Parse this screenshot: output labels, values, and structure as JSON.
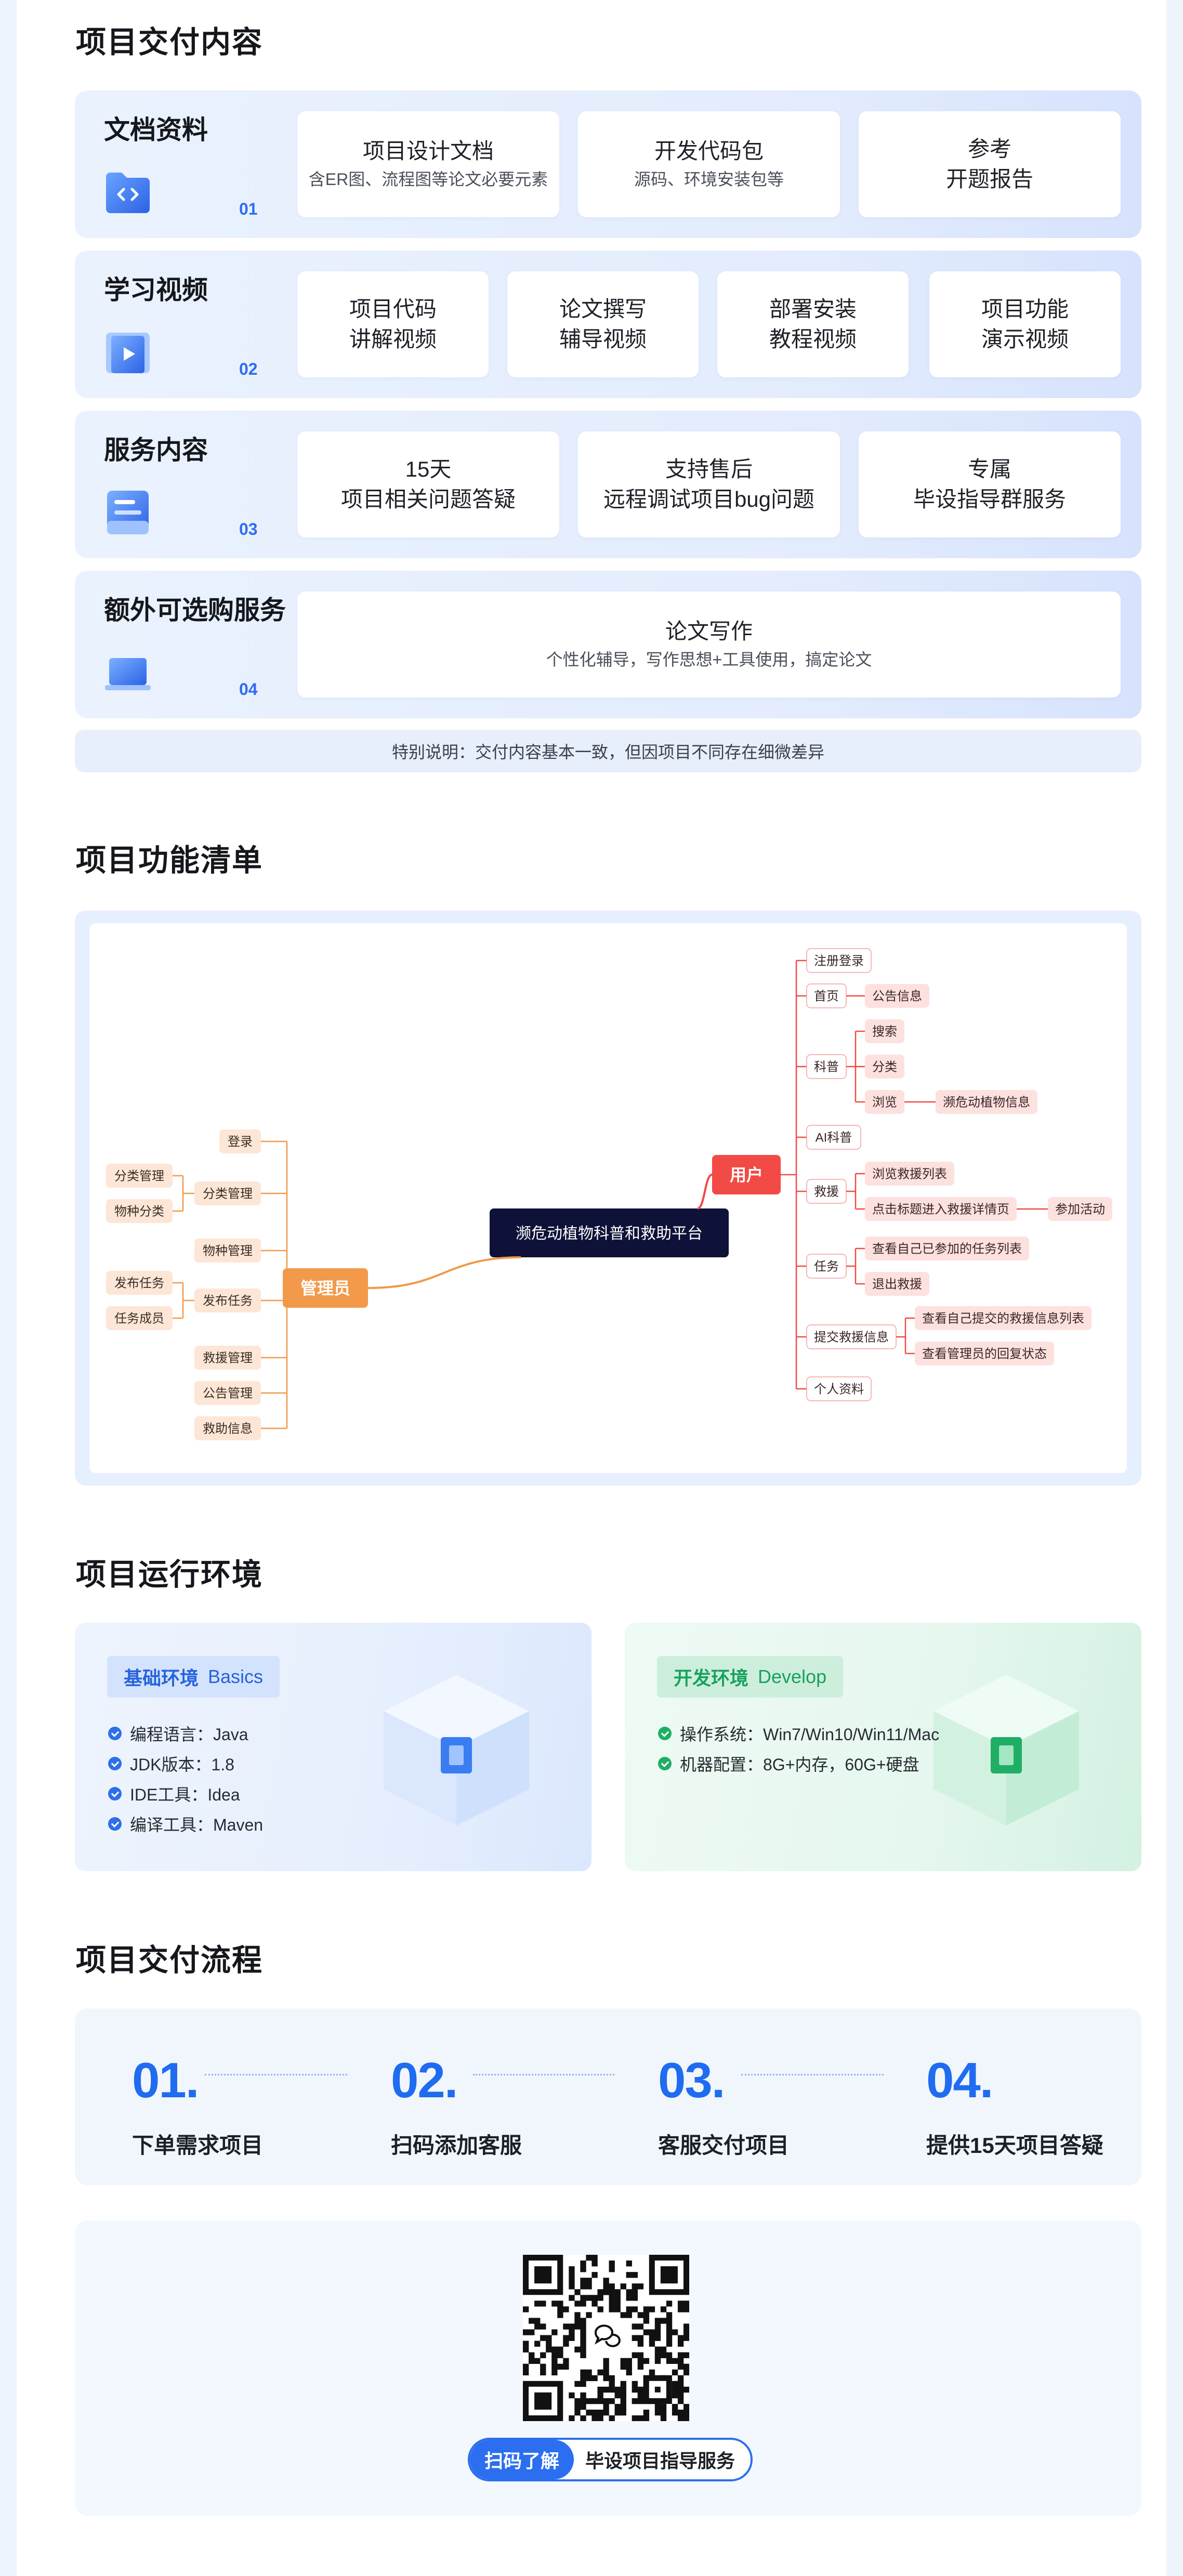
{
  "deliverables": {
    "title": "项目交付内容",
    "rows": [
      {
        "name": "文档资料",
        "num": "01",
        "cards": [
          {
            "l1": "项目设计文档",
            "l2": "含ER图、流程图等论文必要元素"
          },
          {
            "l1": "开发代码包",
            "l2": "源码、环境安装包等"
          },
          {
            "l1": "参考",
            "l2": "开题报告"
          }
        ]
      },
      {
        "name": "学习视频",
        "num": "02",
        "cards": [
          {
            "l1": "项目代码",
            "l2": "讲解视频"
          },
          {
            "l1": "论文撰写",
            "l2": "辅导视频"
          },
          {
            "l1": "部署安装",
            "l2": "教程视频"
          },
          {
            "l1": "项目功能",
            "l2": "演示视频"
          }
        ]
      },
      {
        "name": "服务内容",
        "num": "03",
        "cards": [
          {
            "l1": "15天",
            "l2": "项目相关问题答疑"
          },
          {
            "l1": "支持售后",
            "l2": "远程调试项目bug问题"
          },
          {
            "l1": "专属",
            "l2": "毕设指导群服务"
          }
        ]
      },
      {
        "name": "额外可选购服务",
        "num": "04",
        "cards": [
          {
            "l1": "论文写作",
            "l2": "个性化辅导，写作思想+工具使用，搞定论文"
          }
        ]
      }
    ],
    "note": "特别说明：交付内容基本一致，但因项目不同存在细微差异"
  },
  "features": {
    "title": "项目功能清单",
    "center": "濒危动植物科普和救助平台",
    "admin": {
      "label": "管理员",
      "items": [
        {
          "label": "登录",
          "children": []
        },
        {
          "label": "分类管理",
          "children": [
            "分类管理",
            "物种分类"
          ]
        },
        {
          "label": "物种管理",
          "children": []
        },
        {
          "label": "发布任务",
          "children": [
            "发布任务",
            "任务成员"
          ]
        },
        {
          "label": "救援管理",
          "children": []
        },
        {
          "label": "公告管理",
          "children": []
        },
        {
          "label": "救助信息",
          "children": []
        }
      ]
    },
    "user": {
      "label": "用户",
      "items": [
        {
          "label": "注册登录",
          "children": []
        },
        {
          "label": "首页",
          "children": [
            {
              "label": "公告信息",
              "children": []
            }
          ]
        },
        {
          "label": "科普",
          "children": [
            {
              "label": "搜索",
              "children": []
            },
            {
              "label": "分类",
              "children": []
            },
            {
              "label": "浏览",
              "children": [
                "濒危动植物信息"
              ]
            }
          ]
        },
        {
          "label": "AI科普",
          "children": []
        },
        {
          "label": "救援",
          "children": [
            {
              "label": "浏览救援列表",
              "children": []
            },
            {
              "label": "点击标题进入救援详情页",
              "children": [
                "参加活动"
              ]
            }
          ]
        },
        {
          "label": "任务",
          "children": [
            {
              "label": "查看自己已参加的任务列表",
              "children": []
            },
            {
              "label": "退出救援",
              "children": []
            }
          ]
        },
        {
          "label": "提交救援信息",
          "children": [
            {
              "label": "查看自己提交的救援信息列表",
              "children": []
            },
            {
              "label": "查看管理员的回复状态",
              "children": []
            }
          ]
        },
        {
          "label": "个人资料",
          "children": []
        }
      ]
    }
  },
  "environment": {
    "title": "项目运行环境",
    "basic": {
      "tag_cn": "基础环境",
      "tag_en": "Basics",
      "items": [
        "编程语言：Java",
        "JDK版本：1.8",
        "IDE工具：Idea",
        "编译工具：Maven"
      ]
    },
    "develop": {
      "tag_cn": "开发环境",
      "tag_en": "Develop",
      "items": [
        "操作系统：Win7/Win10/Win11/Mac",
        "机器配置：8G+内存，60G+硬盘"
      ]
    }
  },
  "flow": {
    "title": "项目交付流程",
    "steps": [
      {
        "num": "01.",
        "label": "下单需求项目"
      },
      {
        "num": "02.",
        "label": "扫码添加客服"
      },
      {
        "num": "03.",
        "label": "客服交付项目"
      },
      {
        "num": "04.",
        "label": "提供15天项目答疑"
      }
    ]
  },
  "qr": {
    "cta_left": "扫码了解",
    "cta_right": "毕设项目指导服务"
  },
  "colors": {
    "accent_blue": "#2b6ff0",
    "accent_green": "#1fae65",
    "admin_orange": "#f2994a",
    "user_red": "#f24a45",
    "center_navy": "#0e1238"
  }
}
